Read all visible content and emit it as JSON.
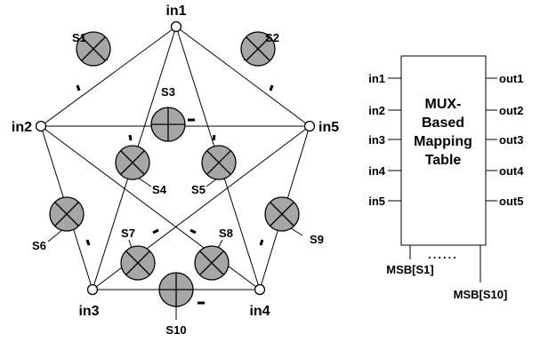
{
  "nodes": {
    "in1": "in1",
    "in2": "in2",
    "in3": "in3",
    "in4": "in4",
    "in5": "in5"
  },
  "switches": {
    "s1": "S1",
    "s2": "S2",
    "s3": "S3",
    "s4": "S4",
    "s5": "S5",
    "s6": "S6",
    "s7": "S7",
    "s8": "S8",
    "s9": "S9",
    "s10": "S10"
  },
  "mux": {
    "title_lines": [
      "MUX-",
      "Based",
      "Mapping",
      "Table"
    ],
    "inputs": [
      "in1",
      "in2",
      "in3",
      "in4",
      "in5"
    ],
    "outputs": [
      "out1",
      "out2",
      "out3",
      "out4",
      "out5"
    ],
    "dots": "......",
    "msb_low": "MSB[S1]",
    "msb_high": "MSB[S10]"
  },
  "colors": {
    "switch_fill": "#a6a6a6",
    "line": "#000000"
  }
}
